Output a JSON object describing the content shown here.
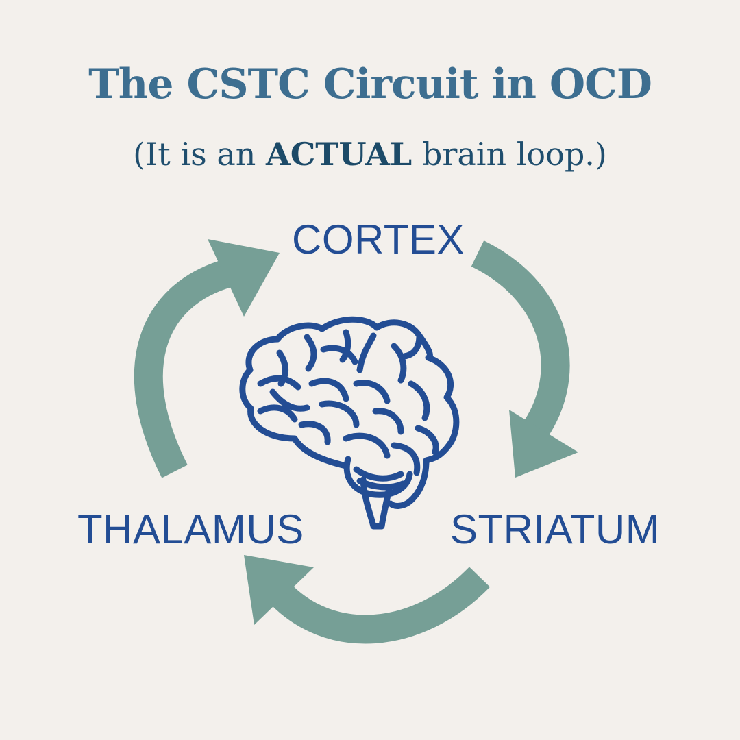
{
  "title": "The CSTC Circuit in OCD",
  "subtitle": {
    "open": "(It is an ",
    "emphasis": "ACTUAL",
    "close": " brain loop.)"
  },
  "nodes": {
    "cortex": "CORTEX",
    "striatum": "STRIATUM",
    "thalamus": "THALAMUS"
  },
  "icon": "brain-icon",
  "colors": {
    "background": "#f3f0ec",
    "title": "#3d6e90",
    "subtitle": "#1f4e6e",
    "node_text": "#234d94",
    "arrow": "#769f96",
    "brain": "#234d94"
  }
}
